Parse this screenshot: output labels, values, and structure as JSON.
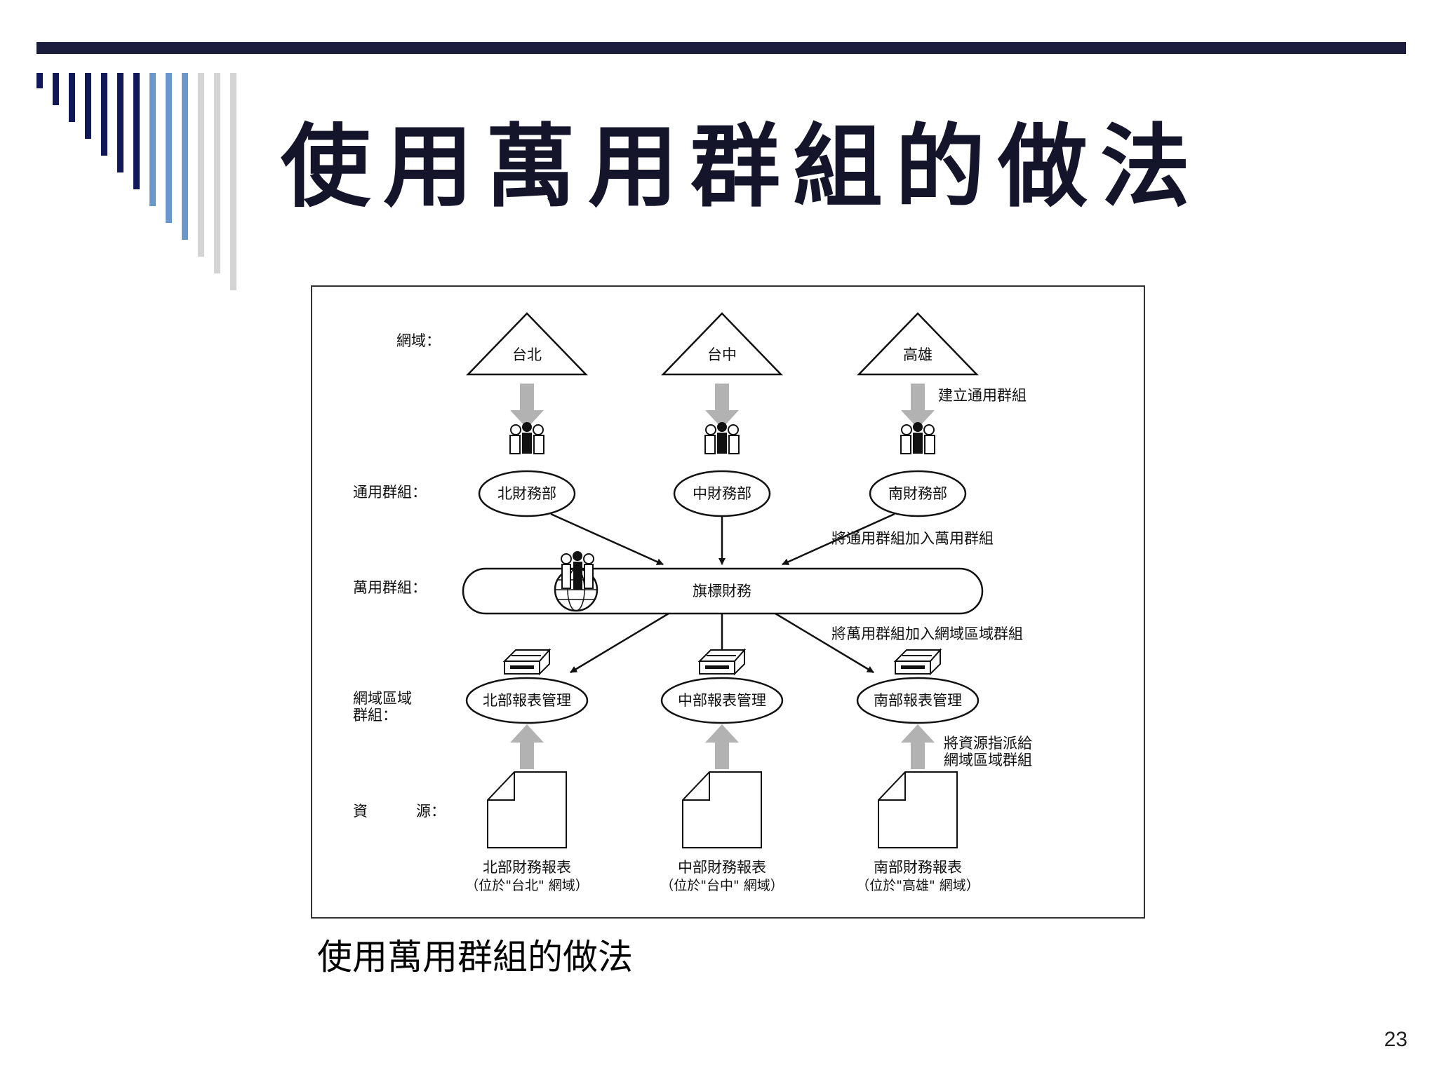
{
  "slide": {
    "title": "使用萬用群組的做法",
    "caption": "使用萬用群組的做法",
    "page_number": "23"
  },
  "diagram": {
    "row_labels": {
      "domain": "網域：",
      "global_group": "通用群組：",
      "universal_group": "萬用群組：",
      "domain_local_line1": "網域區域",
      "domain_local_line2": "群組：",
      "resource_char1": "資",
      "resource_char2": "源："
    },
    "domains": [
      "台北",
      "台中",
      "高雄"
    ],
    "global_groups": [
      "北財務部",
      "中財務部",
      "南財務部"
    ],
    "universal_group": "旗標財務",
    "local_groups": [
      "北部報表管理",
      "中部報表管理",
      "南部報表管理"
    ],
    "resources": [
      {
        "name": "北部財務報表",
        "location": "（位於\"台北\" 網域）"
      },
      {
        "name": "中部財務報表",
        "location": "（位於\"台中\" 網域）"
      },
      {
        "name": "南部財務報表",
        "location": "（位於\"高雄\" 網域）"
      }
    ],
    "annotations": {
      "create_global": "建立通用群組",
      "add_to_universal": "將通用群組加入萬用群組",
      "add_to_local": "將萬用群組加入網域區域群組",
      "assign_line1": "將資源指派給",
      "assign_line2": "網域區域群組"
    }
  },
  "colors": {
    "title": "#14142a",
    "top_rule": "#1c1c3c",
    "deco_dark": "#101858",
    "deco_mid": "#6a98cc",
    "deco_light": "#d4d4d4",
    "block_arrow": "#b2b2b2"
  }
}
